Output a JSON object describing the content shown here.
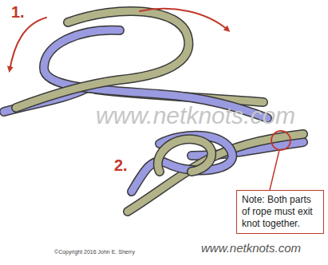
{
  "diagram": {
    "nodes": [
      {
        "text": [
          "Note: Both parts of rope must exit knot together."
        ]
      }
    ],
    "labels": [
      "1.",
      "www.netknots.com",
      "2.",
      "©Copyright 2016 John E. Sherry",
      "www.netknots.com"
    ]
  }
}
